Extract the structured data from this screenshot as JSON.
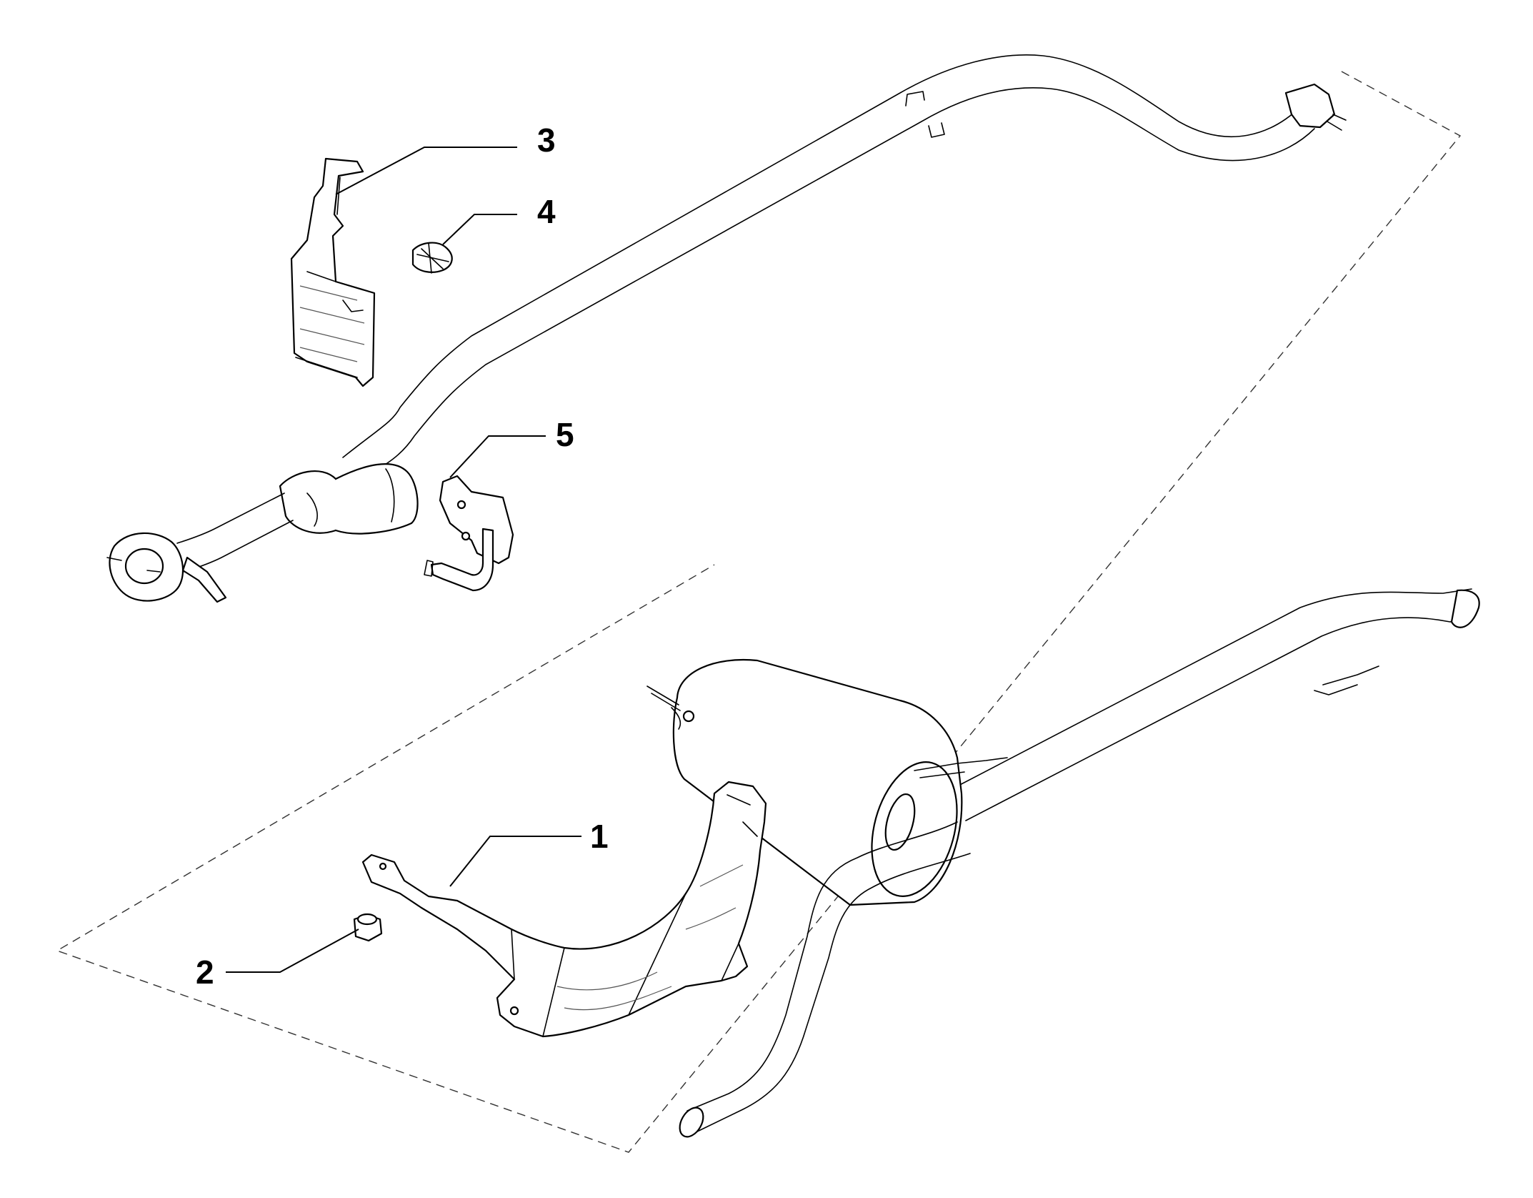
{
  "callouts": [
    {
      "id": "1",
      "label": "1"
    },
    {
      "id": "2",
      "label": "2"
    },
    {
      "id": "3",
      "label": "3"
    },
    {
      "id": "4",
      "label": "4"
    },
    {
      "id": "5",
      "label": "5"
    }
  ],
  "colors": {
    "line": "#000000",
    "background": "#ffffff",
    "dashed_outline": "#333333"
  }
}
